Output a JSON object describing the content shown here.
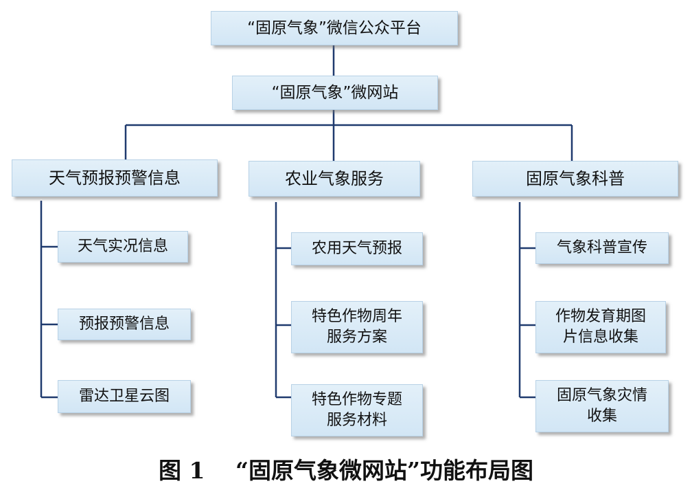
{
  "root": "“固原气象”微信公众平台",
  "site": "“固原气象”微网站",
  "columns": [
    {
      "title": "天气预报预警信息",
      "items": [
        "天气实况信息",
        "预报预警信息",
        "雷达卫星云图"
      ]
    },
    {
      "title": "农业气象服务",
      "items": [
        "农用天气预报",
        "特色作物周年\n服务方案",
        "特色作物专题\n服务材料"
      ]
    },
    {
      "title": "固原气象科普",
      "items": [
        "气象科普宣传",
        "作物发育期图\n片信息收集",
        "固原气象灾情\n收集"
      ]
    }
  ],
  "caption": "图 1　 “固原气象微网站”功能布局图",
  "colors": {
    "line": "#1f3a6e",
    "box_fill": "#dbeaf6",
    "box_border": "#b7d1e6"
  }
}
